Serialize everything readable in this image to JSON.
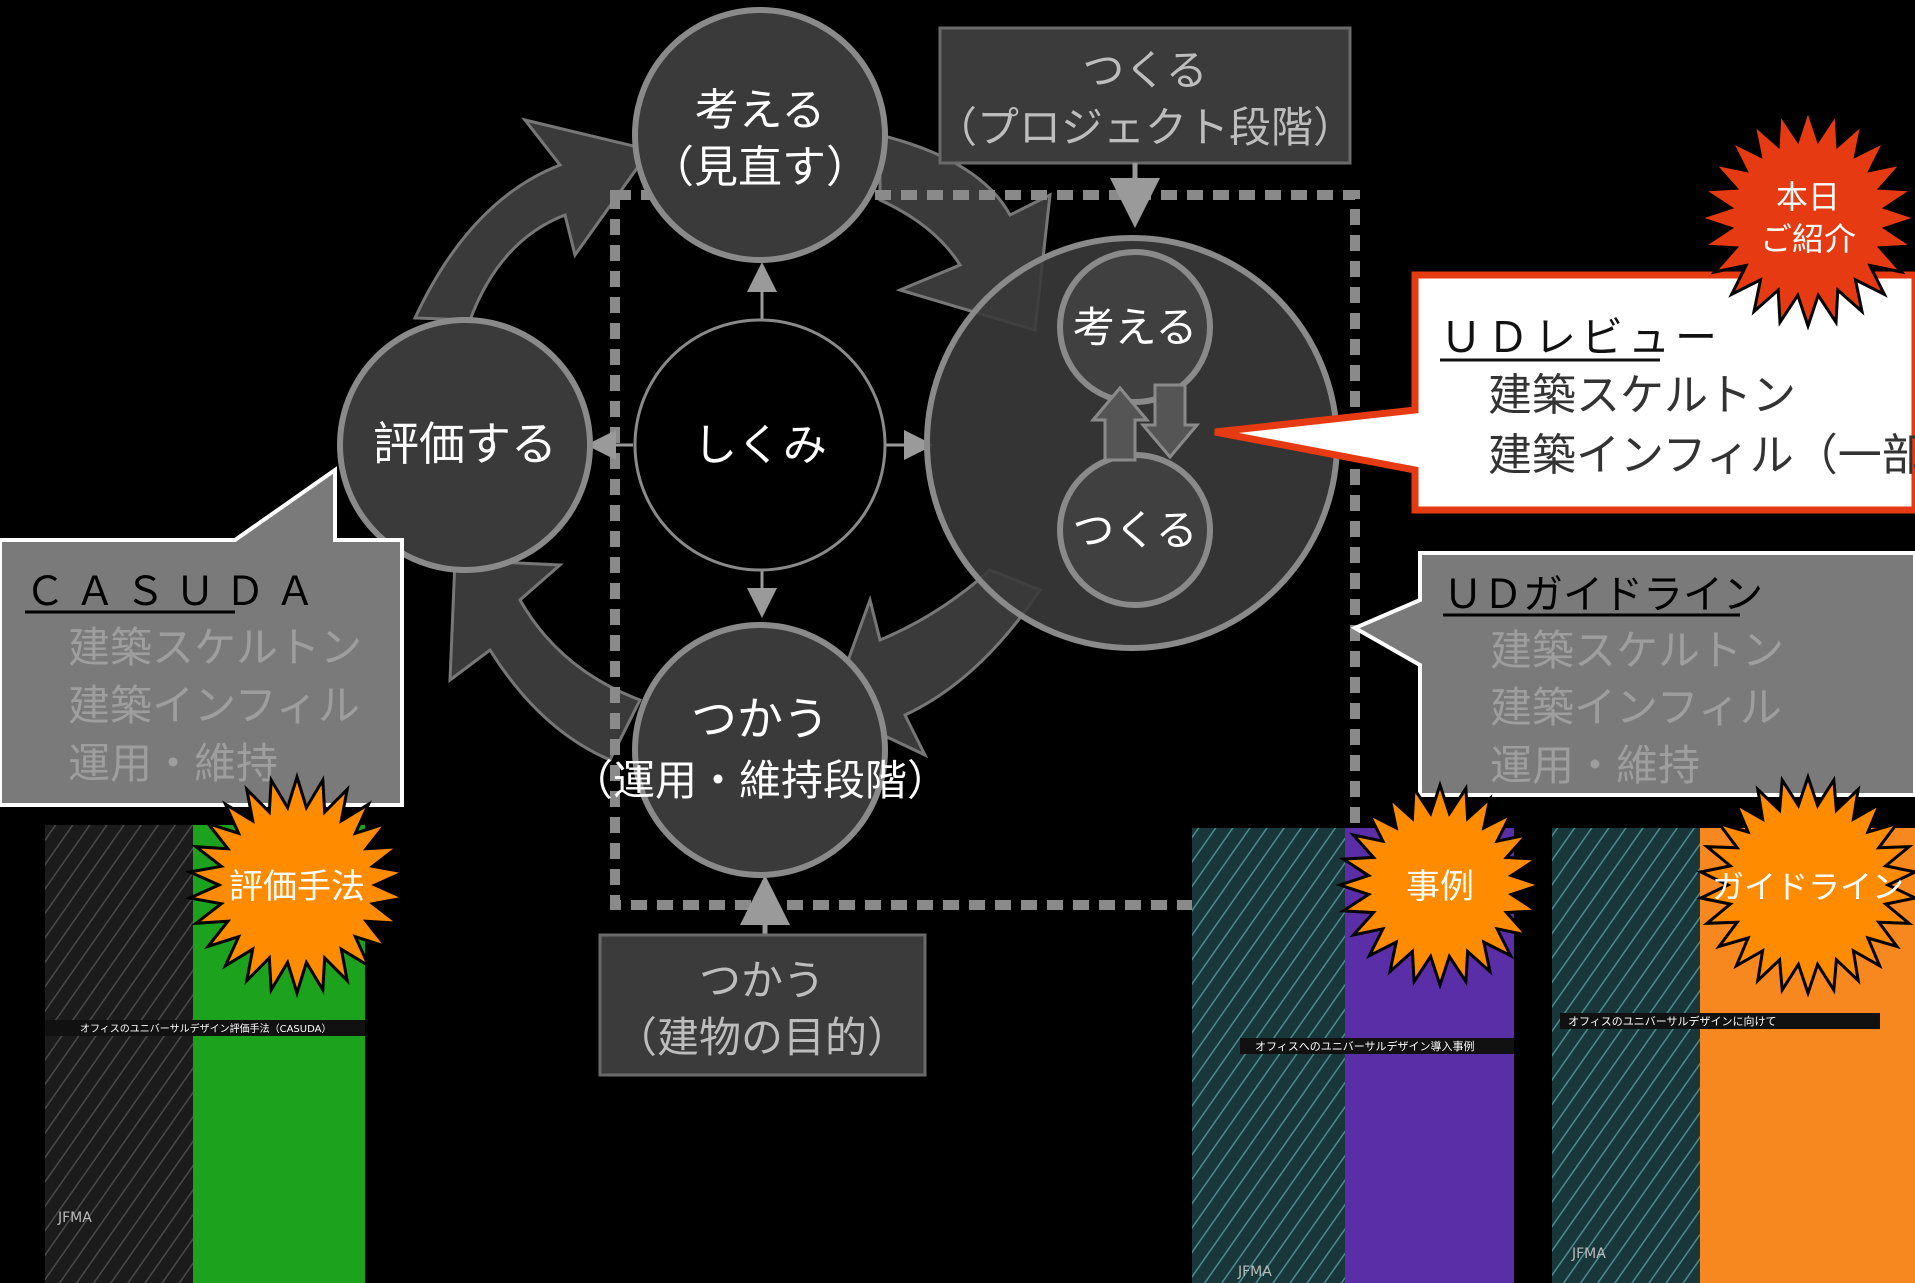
{
  "diagram": {
    "cycle": {
      "think_review": {
        "line1": "考える",
        "line2": "（見直す）"
      },
      "evaluate": "評価する",
      "center": "しくみ",
      "use_operation": {
        "line1": "つかう",
        "line2": "（運用・維持段階）"
      },
      "make_big": {
        "think": "考える",
        "make": "つくる"
      }
    },
    "top_label": {
      "line1": "つくる",
      "line2": "（プロジェクト段階）"
    },
    "bottom_label": {
      "line1": "つかう",
      "line2": "（建物の目的）"
    }
  },
  "callouts": {
    "casuda": {
      "title": "ＣＡＳＵＤＡ",
      "items": [
        "建築スケルトン",
        "建築インフィル",
        "運用・維持"
      ]
    },
    "ud_review": {
      "title": "ＵＤレビュー",
      "items": [
        "建築スケルトン",
        "建築インフィル（一部）"
      ]
    },
    "ud_guideline": {
      "title": "ＵＤガイドライン",
      "items": [
        "建築スケルトン",
        "建築インフィル",
        "運用・維持"
      ]
    }
  },
  "badges": {
    "today": {
      "line1": "本日",
      "line2": "ご紹介"
    },
    "method": "評価手法",
    "case": "事例",
    "guideline": "ガイドライン"
  },
  "books": {
    "casuda": {
      "title": "オフィスのユニバーサルデザイン評価手法（CASUDA）",
      "publisher": "JFMA"
    },
    "cases": {
      "title": "オフィスへのユニバーサルデザイン導入事例",
      "publisher": "JFMA"
    },
    "guide": {
      "title": "オフィスのユニバーサルデザインに向けて",
      "publisher": "JFMA"
    }
  },
  "colors": {
    "background": "#000000",
    "node_fill": "#3a3a3a",
    "node_stroke": "#8a8a8a",
    "callout_gray": "#7a7a7a",
    "highlight_red": "#e53a12",
    "badge_orange": "#ff8c00",
    "book_green": "#1ca21c",
    "book_purple": "#5a2ea6",
    "book_orange": "#f7881f"
  }
}
